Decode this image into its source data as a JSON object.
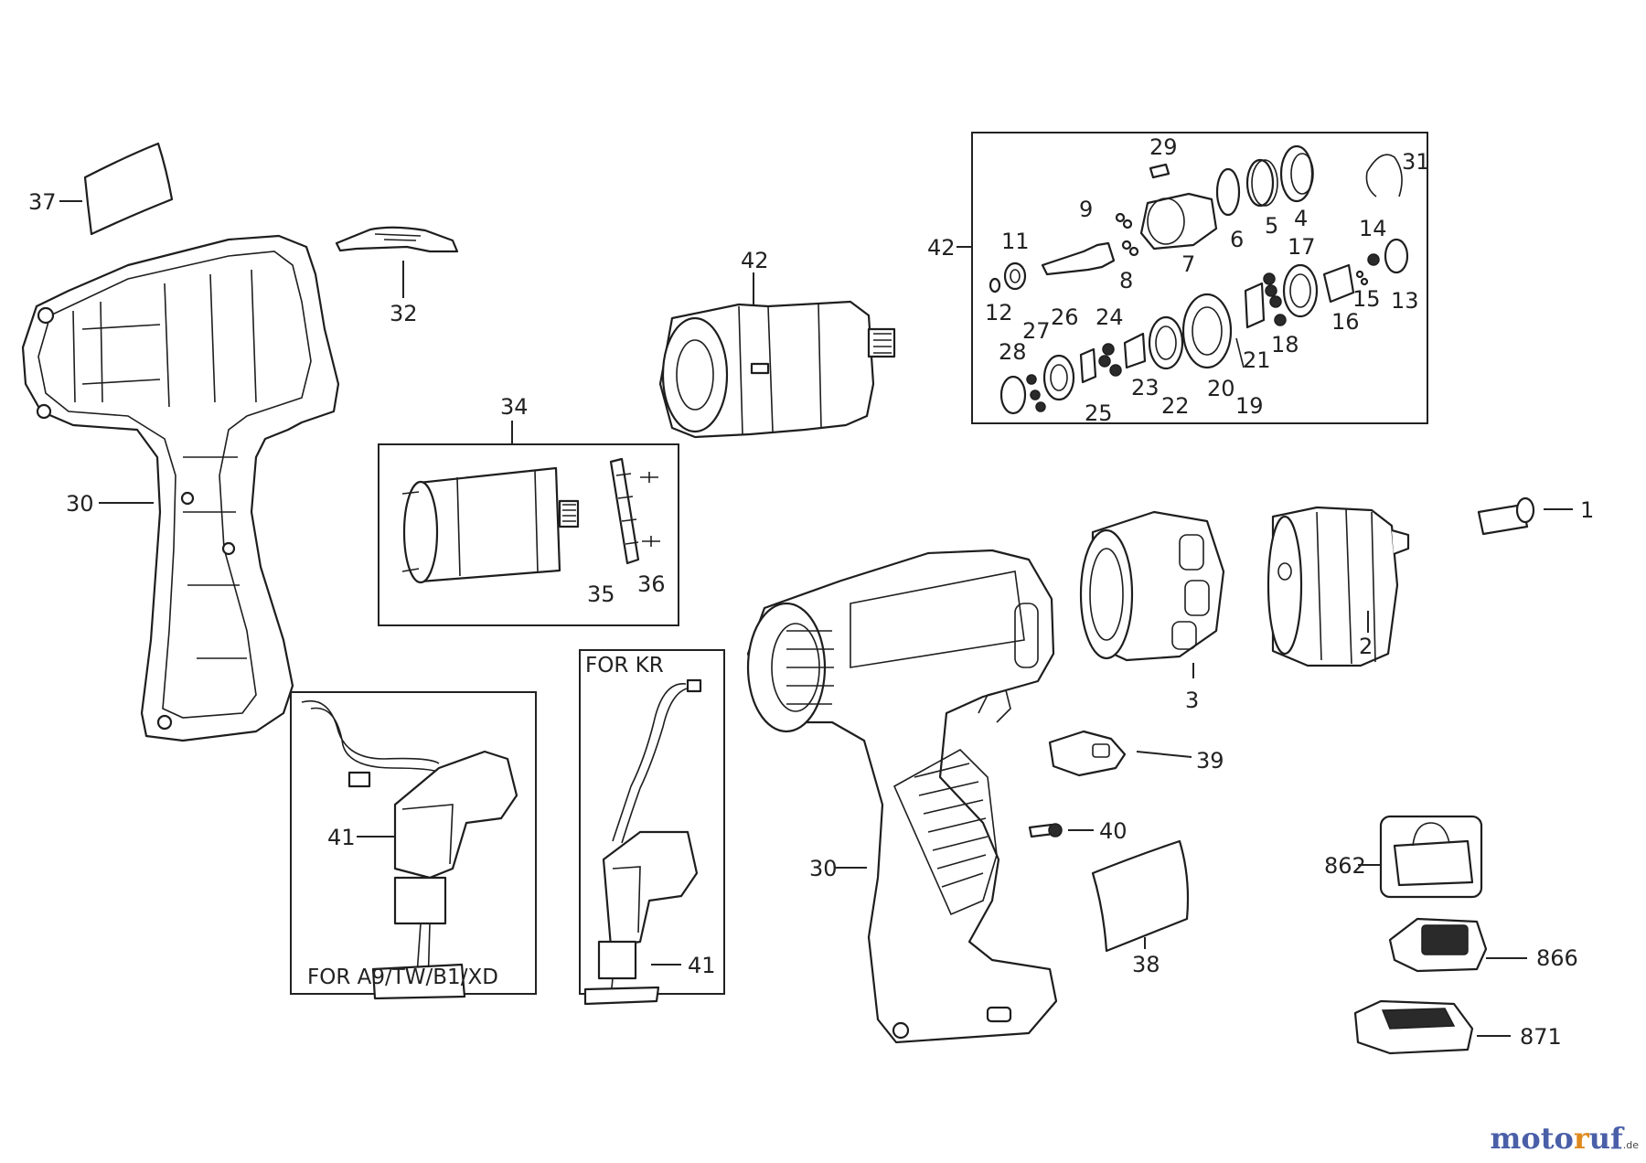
{
  "callouts": {
    "p1": "1",
    "p2": "2",
    "p3": "3",
    "p4": "4",
    "p5": "5",
    "p6": "6",
    "p7": "7",
    "p8": "8",
    "p9": "9",
    "p11": "11",
    "p12": "12",
    "p13": "13",
    "p14": "14",
    "p15": "15",
    "p16": "16",
    "p17": "17",
    "p18": "18",
    "p19": "19",
    "p20": "20",
    "p21": "21",
    "p22": "22",
    "p23": "23",
    "p24": "24",
    "p25": "25",
    "p26": "26",
    "p27": "27",
    "p28": "28",
    "p29": "29",
    "p30a": "30",
    "p30b": "30",
    "p31": "31",
    "p32": "32",
    "p34": "34",
    "p35": "35",
    "p36": "36",
    "p37": "37",
    "p38": "38",
    "p39": "39",
    "p40": "40",
    "p41a": "41",
    "p41b": "41",
    "p42a": "42",
    "p42b": "42",
    "p862": "862",
    "p866": "866",
    "p871": "871"
  },
  "captions": {
    "for_kr": "FOR KR",
    "for_a9": "FOR A9/TW/B1/XD"
  },
  "watermark": {
    "m1": "moto",
    "m2": "r",
    "m3": "uf",
    "tld": ".de"
  }
}
